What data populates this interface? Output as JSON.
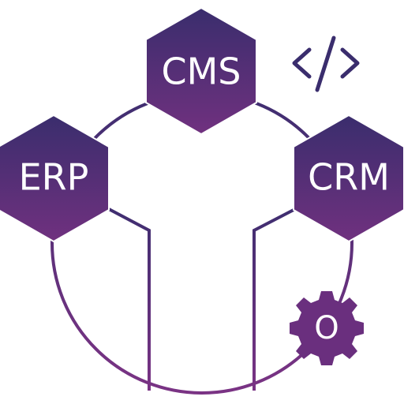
{
  "colors": {
    "top": "#3a2d6d",
    "bottom": "#70317f",
    "line": "#5a2e7a",
    "background": "#ffffff"
  },
  "nodes": {
    "cms": {
      "label": "CMS"
    },
    "erp": {
      "label": "ERP"
    },
    "crm": {
      "label": "CRM"
    }
  },
  "badges": {
    "gear_letter": "O"
  },
  "icons": [
    "code-icon",
    "gear-icon"
  ]
}
